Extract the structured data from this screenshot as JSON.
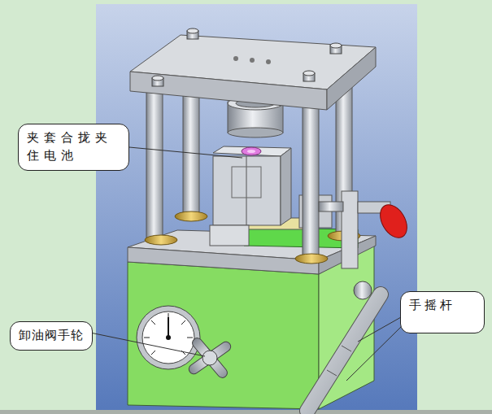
{
  "diagram": {
    "nodes": [
      {
        "text": [
          "夹套合拢夹 住电池"
        ]
      },
      {
        "text": [
          "卸油阀手轮"
        ]
      },
      {
        "text": [
          "手摇杆"
        ]
      }
    ]
  }
}
